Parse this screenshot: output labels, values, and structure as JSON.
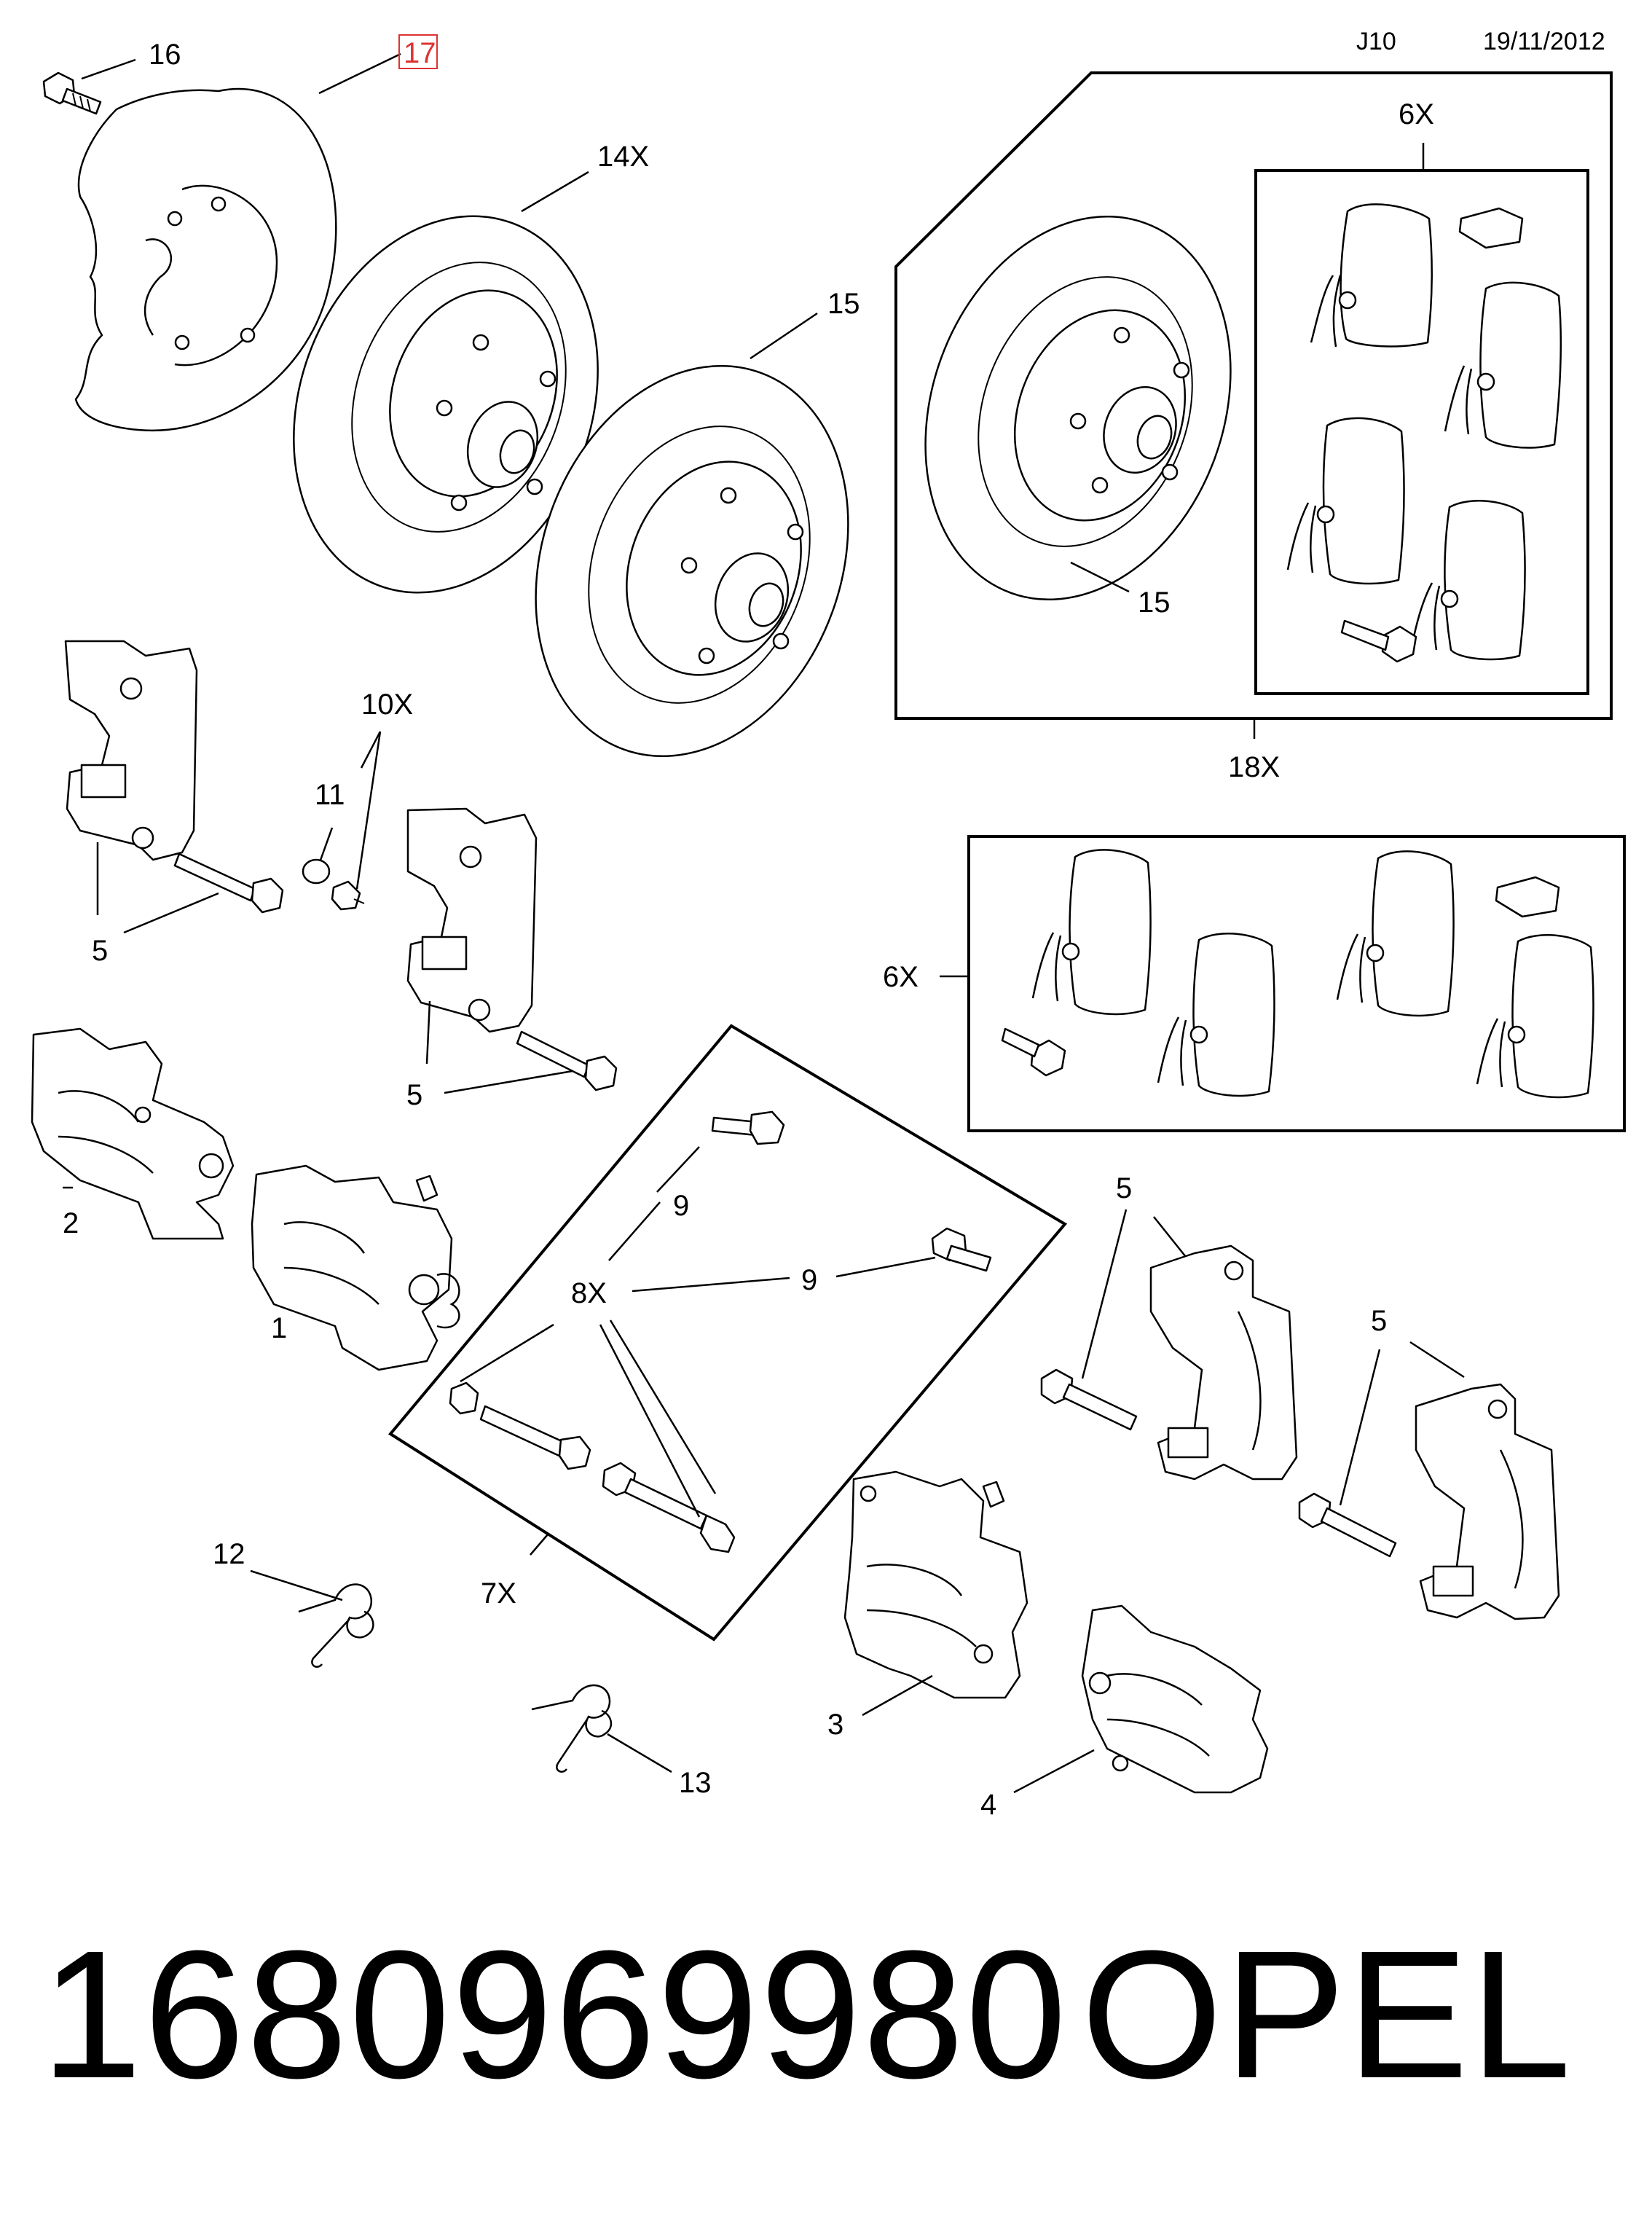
{
  "header": {
    "page_code": "J10",
    "date": "19/11/2012"
  },
  "labels": {
    "backing_plate_bolt": "16",
    "backing_plate": "17",
    "disc_pack": "14X",
    "disc": "15",
    "disc_in_kit": "15",
    "pads_in_kit": "6X",
    "disc_pad_kit": "18X",
    "guide_kit": "10X",
    "cap": "11",
    "bolt_a": "5",
    "bolt_b": "5",
    "bolt_c": "5",
    "bolt_d": "5",
    "pad_set": "6X",
    "caliper_left": "2",
    "caliper_right": "1",
    "screw_a": "9",
    "screw_b": "9",
    "pin_kit": "8X",
    "repair_kit": "7X",
    "spring_a": "12",
    "spring_b": "13",
    "caliper_3": "3",
    "caliper_4": "4"
  },
  "footer": {
    "part_number": "1680969980",
    "brand": "OPEL"
  }
}
